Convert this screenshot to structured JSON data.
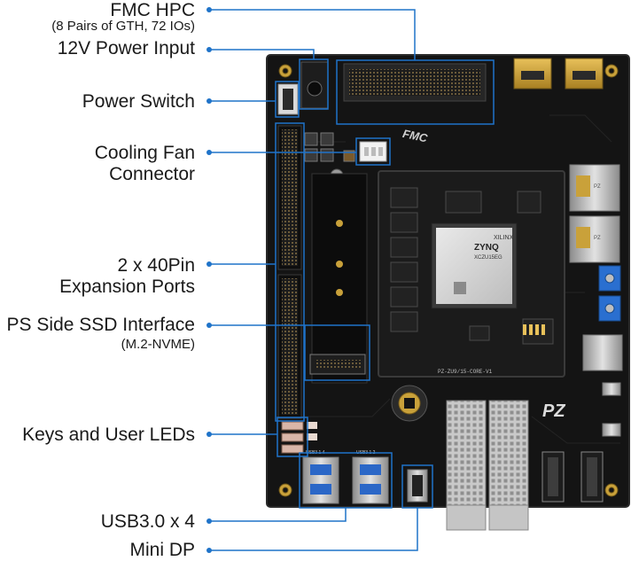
{
  "callouts": {
    "fmc_title": "FMC HPC",
    "fmc_sub": "(8 Pairs of GTH, 72 IOs)",
    "power_input": "12V Power Input",
    "power_switch": "Power Switch",
    "fan_line1": "Cooling Fan",
    "fan_line2": "Connector",
    "expansion_line1": "2 x 40Pin",
    "expansion_line2": "Expansion Ports",
    "ssd_title": "PS Side SSD Interface",
    "ssd_sub": "(M.2-NVME)",
    "keys_leds": "Keys and User LEDs",
    "usb": "USB3.0 x 4",
    "mini_dp": "Mini DP"
  },
  "board": {
    "fmc_logo": "FMC",
    "chip_brand": "XILINX",
    "chip_family": "ZYNQ",
    "chip_part": "XCZU15EG",
    "core_label": "PZ-ZU9/15-CORE-V1",
    "pz_logo": "PZ",
    "usb_label_1": "USB3 1 4",
    "usb_label_2": "USB3 1 2",
    "eth_brand": "PZ"
  },
  "colors": {
    "callout": "#1f73c9",
    "pcb": "#141414"
  }
}
